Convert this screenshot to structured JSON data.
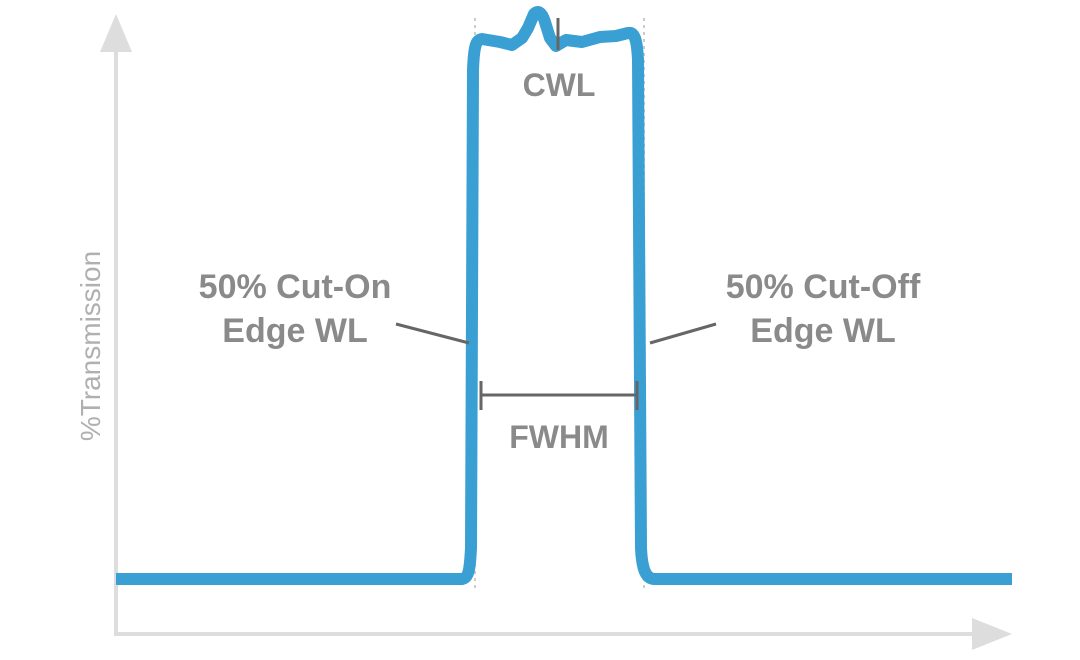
{
  "diagram": {
    "y_axis_label": "%Transmission",
    "labels": {
      "cwl": "CWL",
      "cut_on_line1": "50% Cut-On",
      "cut_on_line2": "Edge WL",
      "cut_off_line1": "50% Cut-Off",
      "cut_off_line2": "Edge WL",
      "fwhm": "FWHM"
    },
    "colors": {
      "curve": "#3a9fd3",
      "axis": "#dddddd",
      "annotation_line": "#666666",
      "label_text": "#8a8a8a",
      "axis_label_text": "#b0b0b0",
      "guide_dots": "#cccccc"
    }
  }
}
